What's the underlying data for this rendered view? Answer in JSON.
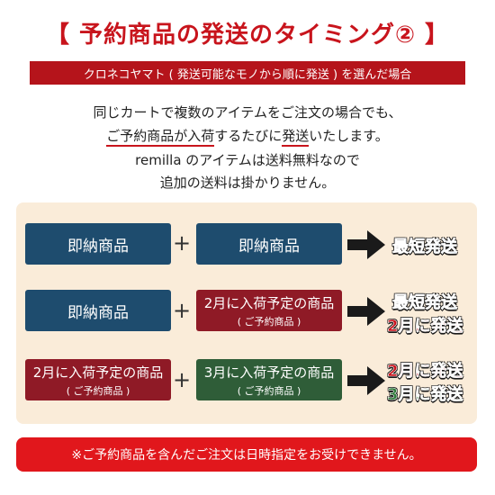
{
  "header": {
    "title": "【 予約商品の発送のタイミング② 】",
    "subtitle": "クロネコヤマト ( 発送可能なモノから順に発送 ) を選んだ場合"
  },
  "description": {
    "line1": "同じカートで複数のアイテムをご注文の場合でも、",
    "line2_highlight1": "ご予約商品が入荷",
    "line2_mid": "するたびに",
    "line2_highlight2": "発送",
    "line2_end": "いたします。",
    "line3": "remilla のアイテムは送料無料なので",
    "line4": "追加の送料は掛かりません。"
  },
  "rows": [
    {
      "left": {
        "main": "即納商品",
        "sub": ""
      },
      "right": {
        "main": "即納商品",
        "sub": ""
      },
      "plus": "+",
      "results": [
        {
          "text": "最短発送",
          "color": "#2d6a9a"
        }
      ]
    },
    {
      "left": {
        "main": "即納商品",
        "sub": ""
      },
      "right": {
        "main": "2月に入荷予定の商品",
        "sub": "( ご予約商品 )"
      },
      "plus": "+",
      "results": [
        {
          "text": "最短発送",
          "color": "#2d6a9a"
        },
        {
          "text": "2月に発送",
          "color": "#c8141c"
        }
      ]
    },
    {
      "left": {
        "main": "2月に入荷予定の商品",
        "sub": "( ご予約商品 )"
      },
      "right": {
        "main": "3月に入荷予定の商品",
        "sub": "( ご予約商品 )"
      },
      "plus": "+",
      "results": [
        {
          "text": "2月に発送",
          "color": "#c8141c"
        },
        {
          "text": "3月に発送",
          "color": "#2f7a3a"
        }
      ]
    }
  ],
  "footer": {
    "note": "※ご予約商品を含んだご注文は日時指定をお受けできません。"
  },
  "colors": {
    "title_red": "#c8141c",
    "banner_red": "#b5141b",
    "panel_bg": "#faecd9",
    "navy_box": "#1e4c6e",
    "maroon_box": "#8f1a26",
    "green_box": "#2f5d38",
    "footer_red": "#e1171c"
  }
}
